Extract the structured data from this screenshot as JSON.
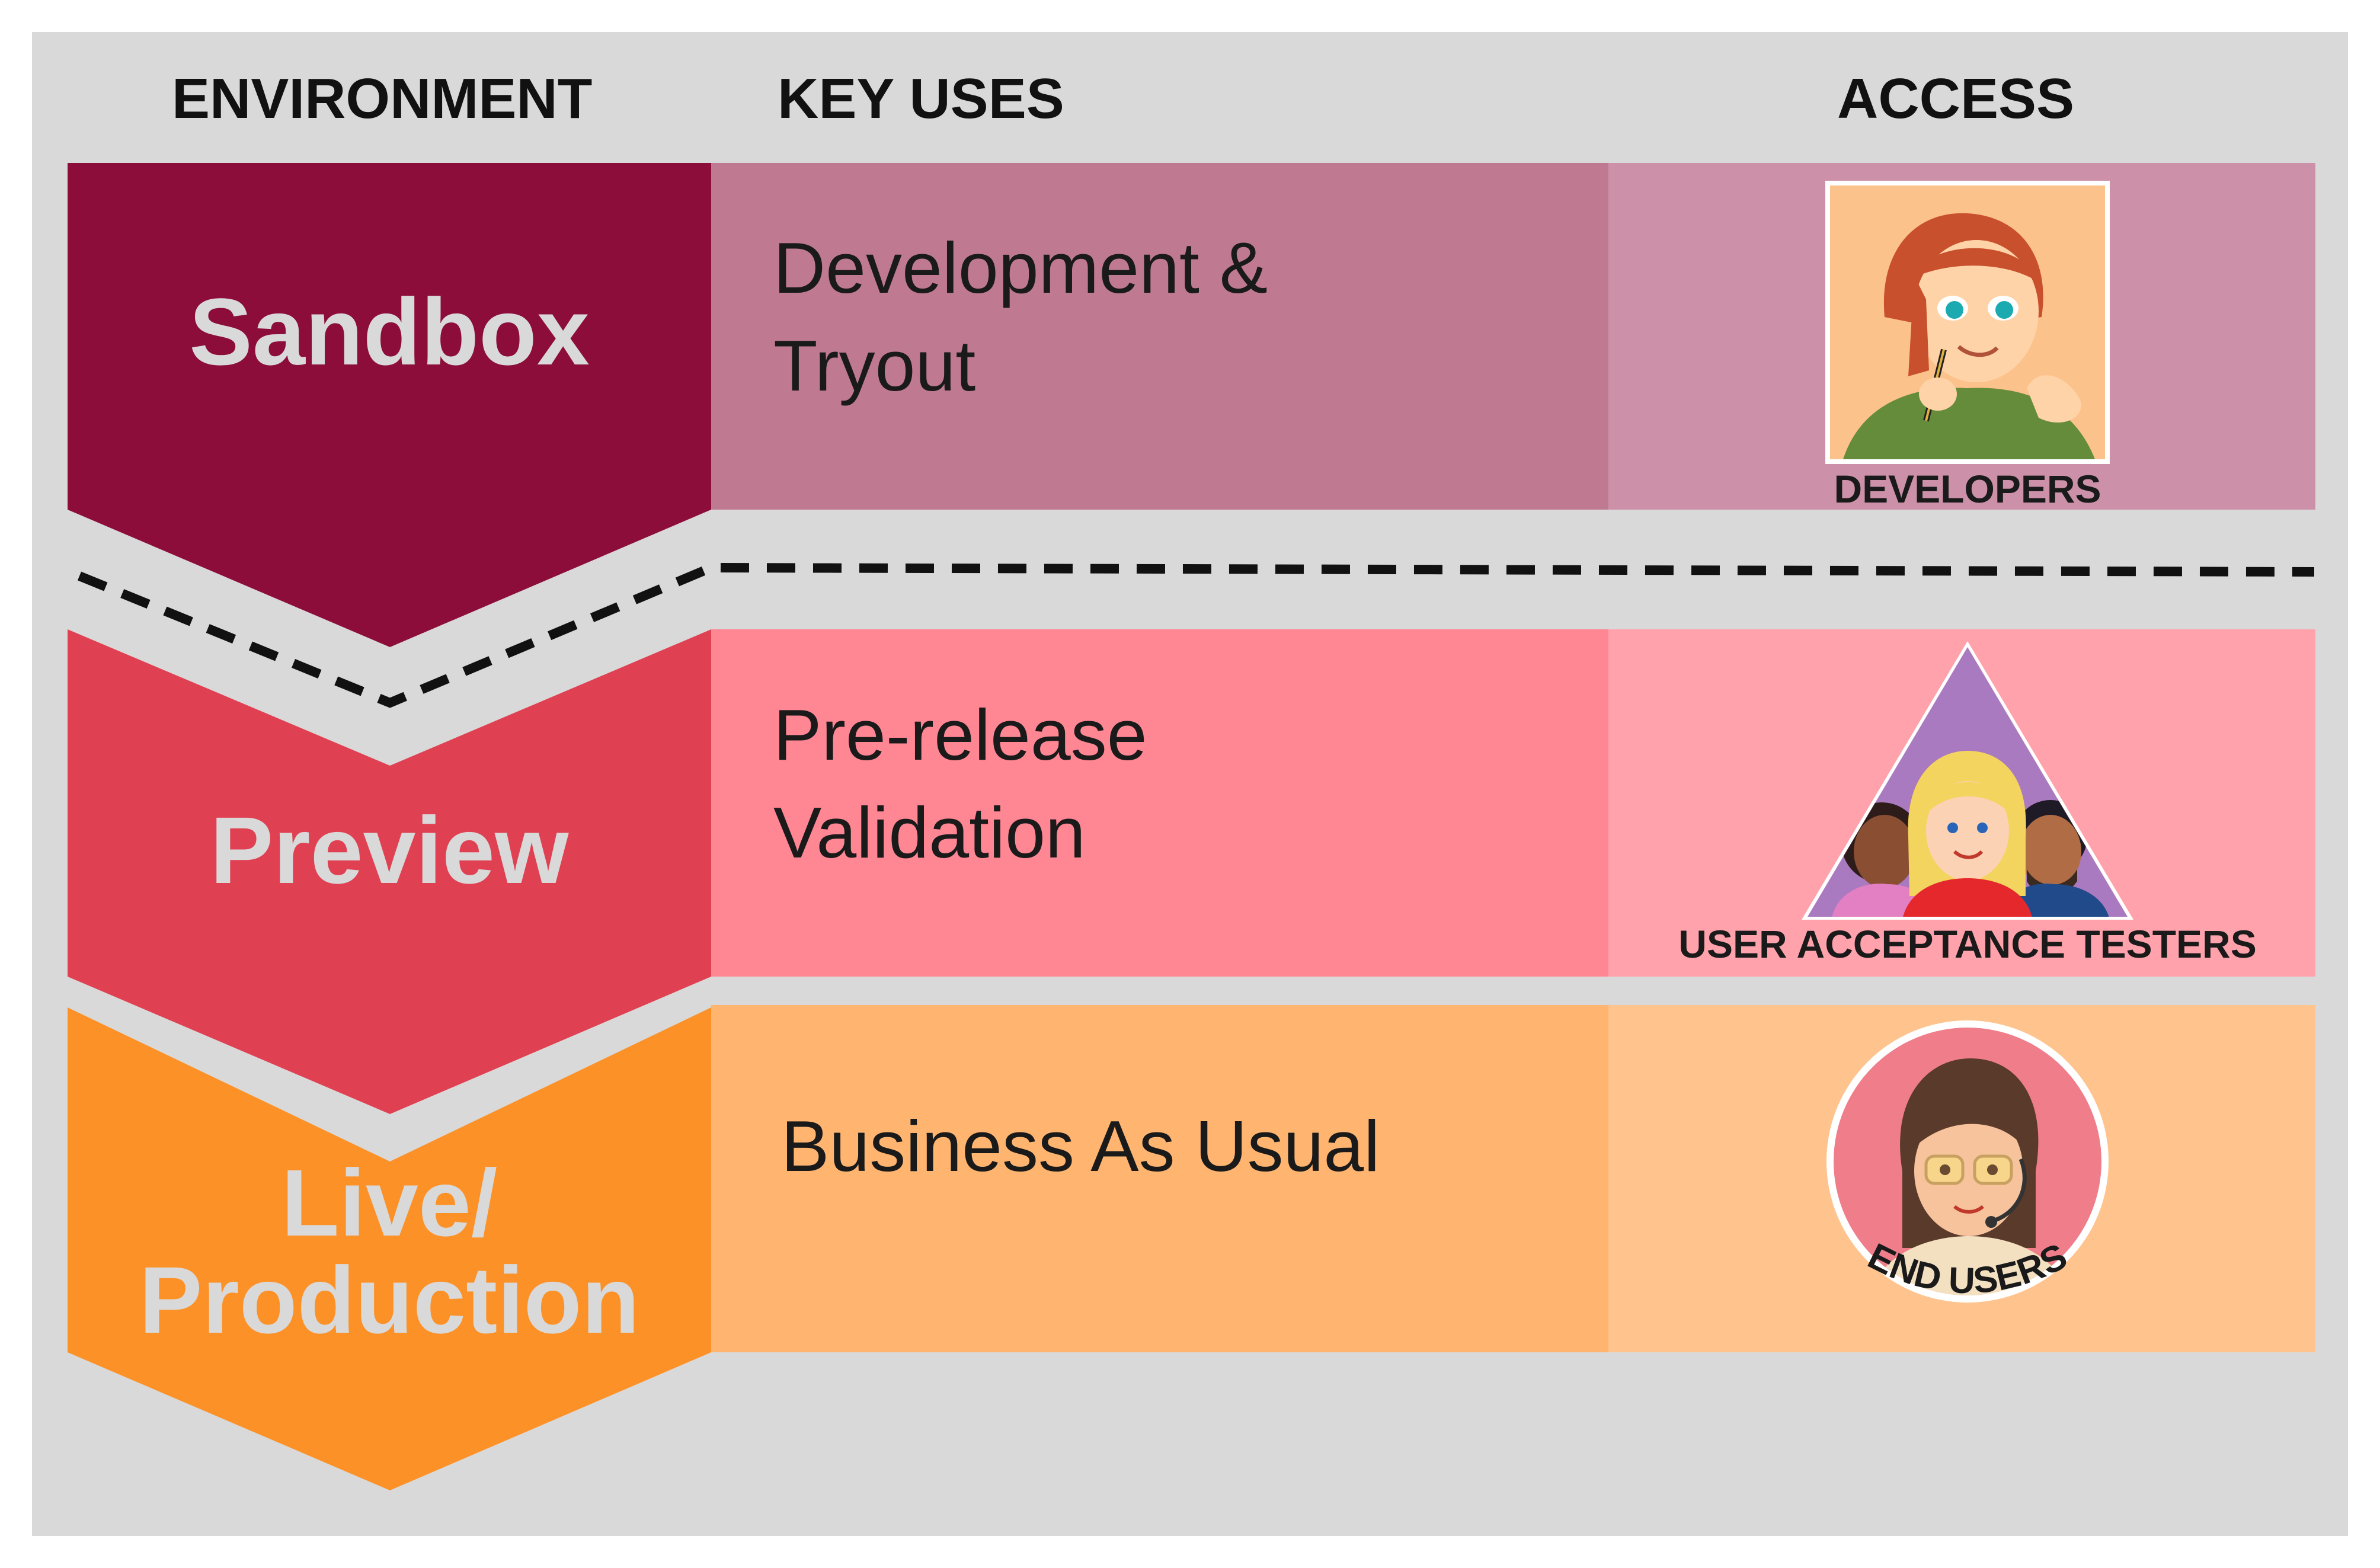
{
  "headers": {
    "environment": "ENVIRONMENT",
    "key_uses": "KEY USES",
    "access": "ACCESS"
  },
  "rows": [
    {
      "environment": "Sandbox",
      "key_use_line1": "Development &",
      "key_use_line2": "Tryout",
      "access_label": "DEVELOPERS",
      "access_icon": "developer-avatar-icon",
      "colors": {
        "chevron": "#8c0d3a",
        "uses": "#bf7a91",
        "access": "#cc91a9"
      }
    },
    {
      "environment": "Preview",
      "key_use_line1": "Pre-release",
      "key_use_line2": "Validation",
      "access_label": "USER ACCEPTANCE TESTERS",
      "access_icon": "testers-group-icon",
      "colors": {
        "chevron": "#e04152",
        "uses": "#ff8693",
        "access": "#ffa2ab"
      }
    },
    {
      "environment_line1": "Live/",
      "environment_line2": "Production",
      "key_use_line1": "Business As Usual",
      "access_label": "END USERS",
      "access_icon": "end-user-avatar-icon",
      "colors": {
        "chevron": "#fc9128",
        "uses": "#ffb570",
        "access": "#ffc48e"
      }
    }
  ],
  "colors": {
    "background": "#d9d9d9",
    "divider": "#111111"
  }
}
